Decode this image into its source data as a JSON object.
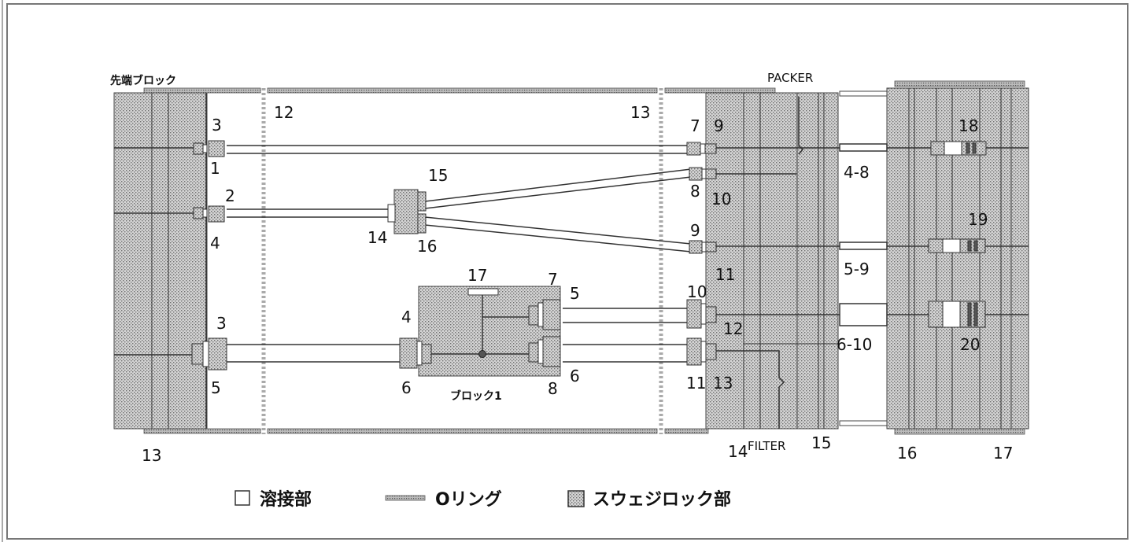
{
  "labels": {
    "tip_block": "先端ブロック",
    "packer": "PACKER",
    "block1": "ブロック1",
    "filter": "FILTER",
    "n12_top": "12",
    "n13_top": "13",
    "n3_a": "3",
    "n1": "1",
    "n2": "2",
    "n4_a": "4",
    "n3_b": "3",
    "n5_a": "5",
    "n15": "15",
    "n14": "14",
    "n16": "16",
    "n17": "17",
    "n4_b": "4",
    "n6_a": "6",
    "n7_a": "7",
    "n5_b": "5",
    "n8_a": "8",
    "n6_b": "6",
    "n7_b": "7",
    "n9_a": "9",
    "n8_b": "8",
    "n10_a": "10",
    "n9_b": "9",
    "n11_a": "11",
    "n10_b": "10",
    "n12_b": "12",
    "n11_b": "11",
    "n13_b": "13",
    "r4_8": "4-8",
    "r5_9": "5-9",
    "r6_10": "6-10",
    "n18": "18",
    "n19": "19",
    "n20": "20",
    "b13": "13",
    "b14": "14",
    "b15": "15",
    "b16": "16",
    "b17": "17"
  },
  "legend": {
    "weld": "溶接部",
    "oring": "Oリング",
    "swagelok": "スウェジロック部"
  },
  "colors": {
    "stipple_bg": "#d2d2d2",
    "stipple_dot": "#7a7a7a",
    "line": "#333333",
    "oring": "#888888",
    "weld": "#ffffff"
  }
}
